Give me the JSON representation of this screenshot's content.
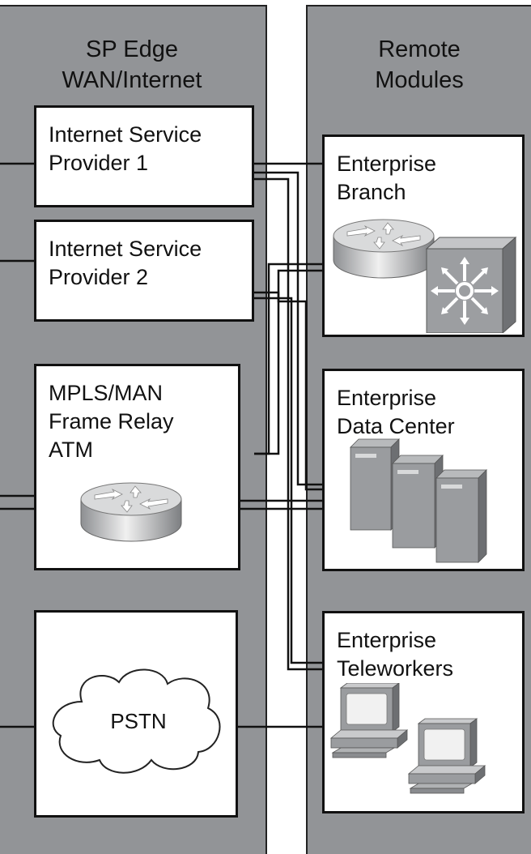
{
  "left_column": {
    "title_line1": "SP Edge",
    "title_line2": "WAN/Internet"
  },
  "right_column": {
    "title_line1": "Remote",
    "title_line2": "Modules"
  },
  "modules": {
    "isp1": "Internet Service\nProvider 1",
    "isp2": "Internet Service\nProvider 2",
    "mpls": "MPLS/MAN\nFrame Relay\nATM",
    "pstn": "PSTN",
    "branch": "Enterprise\nBranch",
    "datacenter": "Enterprise\nData Center",
    "teleworkers": "Enterprise\nTeleworkers"
  },
  "icons": [
    "router-icon",
    "multilayer-switch-icon",
    "server-icon",
    "cloud-icon",
    "workstation-icon"
  ],
  "colors": {
    "column_fill": "#929497",
    "box_fill": "#ffffff",
    "line": "#111111"
  }
}
